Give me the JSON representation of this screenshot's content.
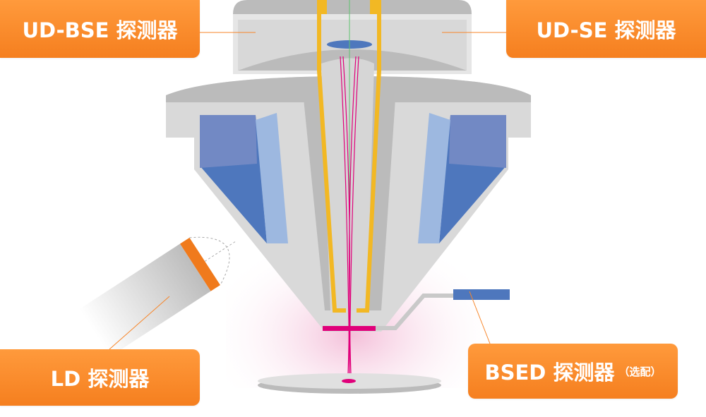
{
  "labels": {
    "ud_bse": "UD-BSE 探测器",
    "ud_se": "UD-SE 探测器",
    "ld": "LD 探测器",
    "bsed": "BSED 探测器",
    "bsed_note": "（选配）"
  },
  "colors": {
    "label_bg": "#f7862a",
    "housing_dark": "#bbbbbb",
    "housing_light": "#dcdcdc",
    "tube": "#f2b824",
    "detector_blue": "#4e77bd",
    "detector_light": "#9db8e0",
    "beam": "#e0007a"
  }
}
